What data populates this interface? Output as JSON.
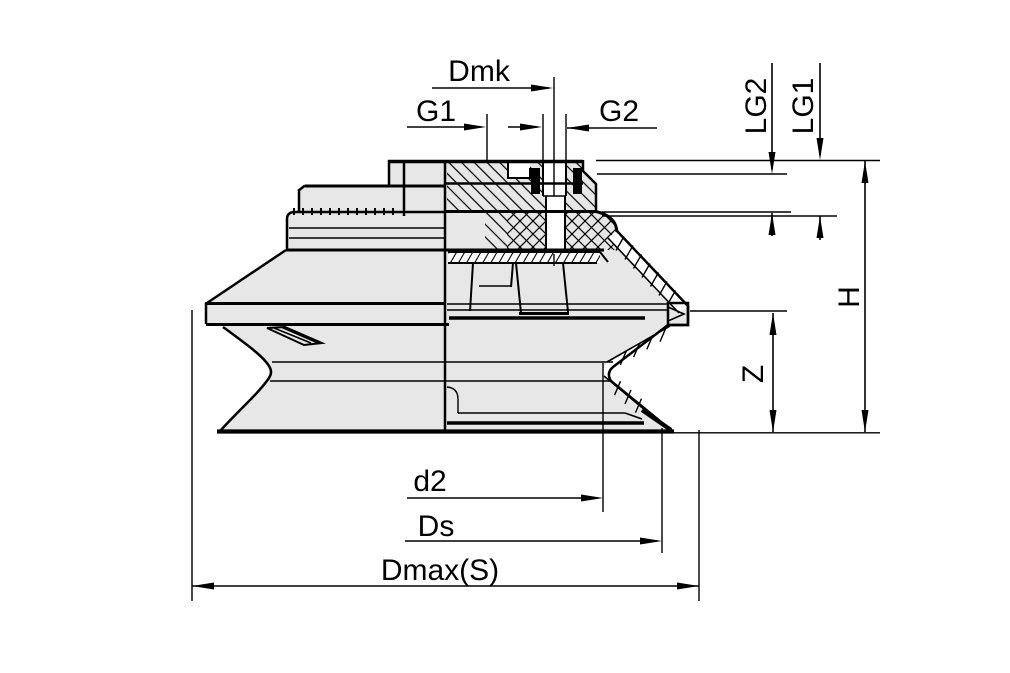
{
  "drawing": {
    "title": "bellows suction cup cross-section",
    "labels": {
      "dmk": "Dmk",
      "g1": "G1",
      "g2": "G2",
      "lg2": "LG2",
      "lg1": "LG1",
      "h": "H",
      "z": "Z",
      "d2": "d2",
      "ds": "Ds",
      "dmax": "Dmax(S)"
    },
    "colors": {
      "line": "#000000",
      "body_fill": "#e7e7e7",
      "background": "#ffffff"
    }
  }
}
